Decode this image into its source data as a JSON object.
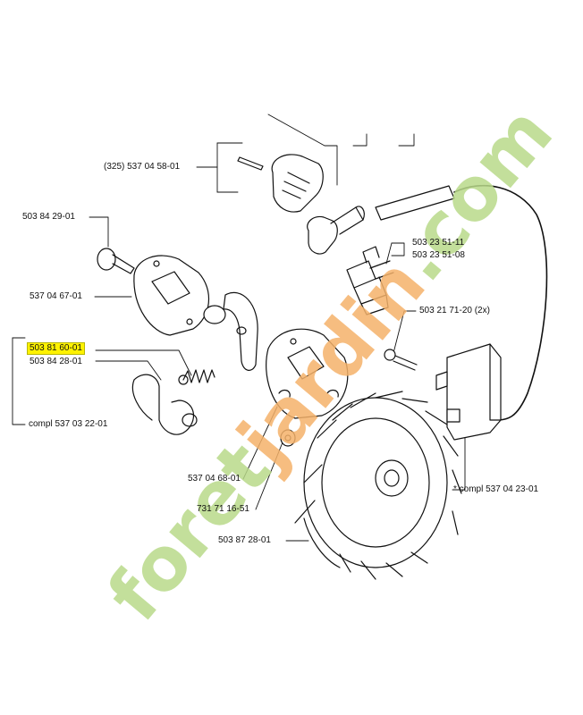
{
  "labels": {
    "ignition_cap": "(325) 537 04 58-01",
    "screw_top": "503 84 29-01",
    "plate": "537 04 67-01",
    "spring_highlight": "503 81 60-01",
    "pawl": "503 84 28-01",
    "compl_pawl": "compl 537 03 22-01",
    "spark_plug_1": "503 23 51-11",
    "spark_plug_2": "503 23 51-08",
    "screw_module": "503 21 71-20 (2x)",
    "gasket": "537 04 68-01",
    "washer": "731 71 16-51",
    "flywheel": "503 87 28-01",
    "ignition_module": "* compl 537 04 23-01"
  },
  "watermark": {
    "prefix": "foret",
    "accent": "jardin",
    "suffix": ".com",
    "color_green": "#b9d98a",
    "color_orange": "#f4b26a"
  },
  "colors": {
    "highlight": "#fff200",
    "lines": "#111111"
  }
}
